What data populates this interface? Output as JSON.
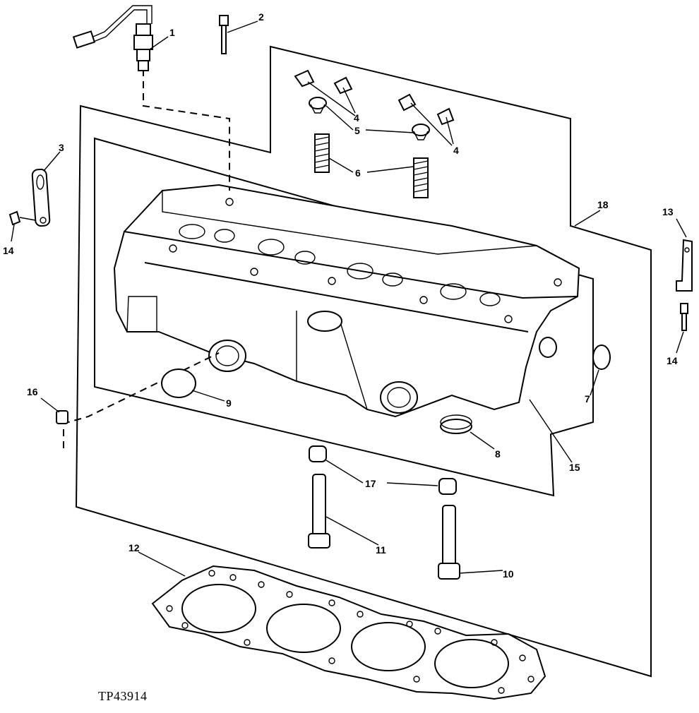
{
  "figure": {
    "code": "TP43914"
  },
  "callouts": [
    {
      "id": "c1",
      "label": "1"
    },
    {
      "id": "c2",
      "label": "2"
    },
    {
      "id": "c3",
      "label": "3"
    },
    {
      "id": "c4a",
      "label": "4"
    },
    {
      "id": "c4b",
      "label": "4"
    },
    {
      "id": "c5",
      "label": "5"
    },
    {
      "id": "c6",
      "label": "6"
    },
    {
      "id": "c7",
      "label": "7"
    },
    {
      "id": "c8",
      "label": "8"
    },
    {
      "id": "c9",
      "label": "9"
    },
    {
      "id": "c10",
      "label": "10"
    },
    {
      "id": "c11",
      "label": "11"
    },
    {
      "id": "c12",
      "label": "12"
    },
    {
      "id": "c13",
      "label": "13"
    },
    {
      "id": "c14a",
      "label": "14"
    },
    {
      "id": "c14b",
      "label": "14"
    },
    {
      "id": "c15",
      "label": "15"
    },
    {
      "id": "c16",
      "label": "16"
    },
    {
      "id": "c17",
      "label": "17"
    },
    {
      "id": "c18",
      "label": "18"
    }
  ]
}
